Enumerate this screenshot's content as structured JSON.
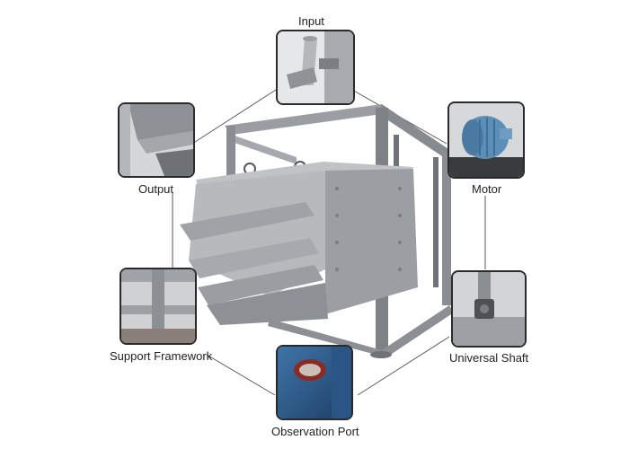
{
  "labels": {
    "input": "Input",
    "output": "Output",
    "motor": "Motor",
    "support_framework": "Support Framework",
    "universal_shaft": "Universal Shaft",
    "observation_port": "Observation Port"
  },
  "colors": {
    "machine_gray": "#8e9196",
    "machine_dark": "#6b6e73",
    "machine_light": "#b8bbbf",
    "motor_blue": "#5b8fb8",
    "port_blue": "#2f5f8f",
    "connector_line": "#555555"
  }
}
